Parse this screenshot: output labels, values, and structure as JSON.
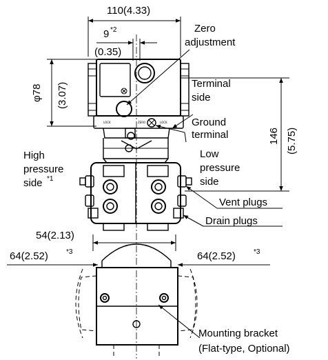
{
  "dimensions": {
    "overall_width": "110(4.33)",
    "offset_top": "9",
    "offset_top_note": "*2",
    "offset_top_inch": "(0.35)",
    "diameter": "φ78",
    "diameter_inch": "(3.07)",
    "height": "146",
    "height_inch": "(5.75)",
    "width_54": "54(2.13)",
    "width_64_left": "64(2.52)",
    "width_64_left_note": "*3",
    "width_64_right": "64(2.52)",
    "width_64_right_note": "*3"
  },
  "labels": {
    "zero_adj_line1": "Zero",
    "zero_adj_line2": "adjustment",
    "terminal_line1": "Terminal",
    "terminal_line2": "side",
    "ground_line1": "Ground",
    "ground_line2": "terminal",
    "low_line1": "Low",
    "low_line2": "pressure",
    "low_line3": "side",
    "high_line1": "High",
    "high_line2": "pressure",
    "high_line3": "side",
    "high_note": "*1",
    "vent_plugs": "Vent plugs",
    "drain_plugs": "Drain plugs",
    "mounting_line1": "Mounting bracket",
    "mounting_line2": "(Flat-type, Optional)"
  },
  "housing_marks": {
    "lock_left": "LOCK",
    "zero_mark": "ZERO",
    "lock_right": "LOCK"
  }
}
